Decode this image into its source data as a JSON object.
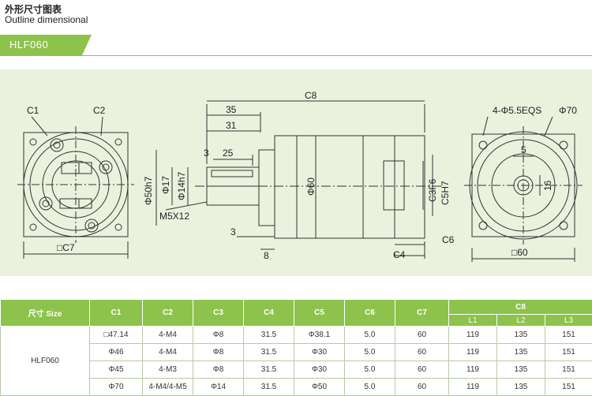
{
  "header": {
    "title_cn": "外形尺寸图表",
    "title_en": "Outline dimensional"
  },
  "model_tag": "HLF060",
  "drawing": {
    "left_view": {
      "c1": "C1",
      "c2": "C2",
      "c7": "□C7"
    },
    "side_view": {
      "c8": "C8",
      "d35": "35",
      "d31": "31",
      "d3a": "3",
      "d25": "25",
      "d50h7": "Φ50h7",
      "d17": "Φ17",
      "d14h7": "Φ14h7",
      "m5x12": "M5X12",
      "d60": "Φ60",
      "c3f6": "C3F6",
      "c5h7": "C5H7",
      "d3b": "3",
      "d8": "8",
      "c4": "C4",
      "c6": "C6"
    },
    "right_view": {
      "holes": "4-Φ5.5EQS",
      "d70": "Φ70",
      "d5": "5",
      "d16": "16",
      "sq60": "□60"
    }
  },
  "table": {
    "header": [
      "尺寸 Size",
      "C1",
      "C2",
      "C3",
      "C4",
      "C5",
      "C6",
      "C7",
      "C8"
    ],
    "c8_sub": [
      "L1",
      "L2",
      "L3"
    ],
    "size": "HLF060",
    "rows": [
      [
        "□47.14",
        "4-M4",
        "Φ8",
        "31.5",
        "Φ38.1",
        "5.0",
        "60",
        "119",
        "135",
        "151"
      ],
      [
        "Φ46",
        "4-M4",
        "Φ8",
        "31.5",
        "Φ30",
        "5.0",
        "60",
        "119",
        "135",
        "151"
      ],
      [
        "Φ45",
        "4-M3",
        "Φ8",
        "31.5",
        "Φ30",
        "5.0",
        "60",
        "119",
        "135",
        "151"
      ],
      [
        "Φ70",
        "4-M4/4-M5",
        "Φ14",
        "31.5",
        "Φ50",
        "5.0",
        "60",
        "119",
        "135",
        "151"
      ]
    ]
  }
}
